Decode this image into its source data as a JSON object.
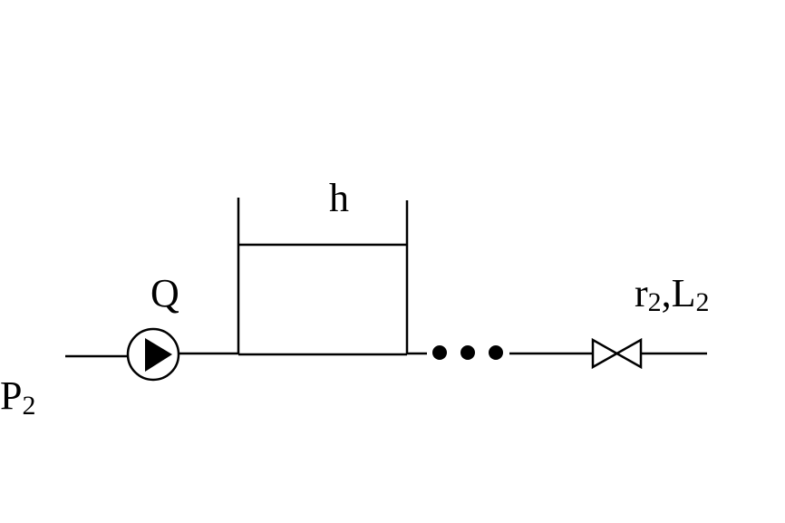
{
  "labels": {
    "pressure": {
      "symbol": "P",
      "subscript": "2"
    },
    "flow": {
      "symbol": "Q"
    },
    "tank_level": {
      "symbol": "h"
    },
    "pipe": {
      "resistance_symbol": "r",
      "resistance_subscript": "2",
      "separator": ",",
      "length_symbol": "L",
      "length_subscript": "2"
    }
  },
  "colors": {
    "stroke": "#000000",
    "background": "#ffffff"
  },
  "icons": {
    "pump": "pump-icon",
    "valve": "valve-icon",
    "continuation": "ellipsis-dots"
  }
}
